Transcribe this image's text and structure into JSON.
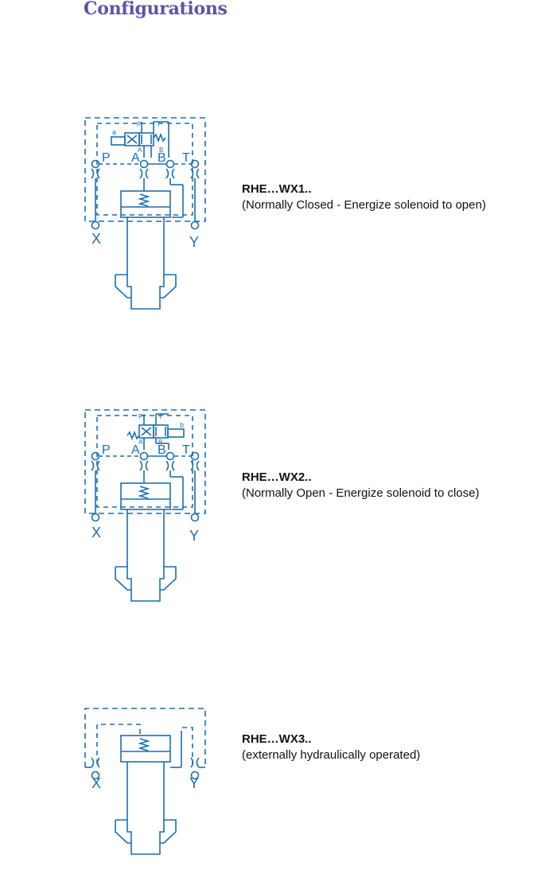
{
  "page": {
    "title": "Configurations"
  },
  "colors": {
    "title": "#5b55a8",
    "diagram": "#1a6fb3"
  },
  "port_labels": {
    "p": "P",
    "a": "A",
    "b": "B",
    "t": "T",
    "x": "X",
    "y": "Y",
    "sol_a": "a",
    "sol_b": "b"
  },
  "configs": [
    {
      "code": "RHE…WX1..",
      "description": "(Normally Closed - Energize solenoid to open)"
    },
    {
      "code": "RHE…WX2..",
      "description": "(Normally Open - Energize solenoid to close)"
    },
    {
      "code": "RHE…WX3..",
      "description": "(externally hydraulically operated)"
    }
  ]
}
